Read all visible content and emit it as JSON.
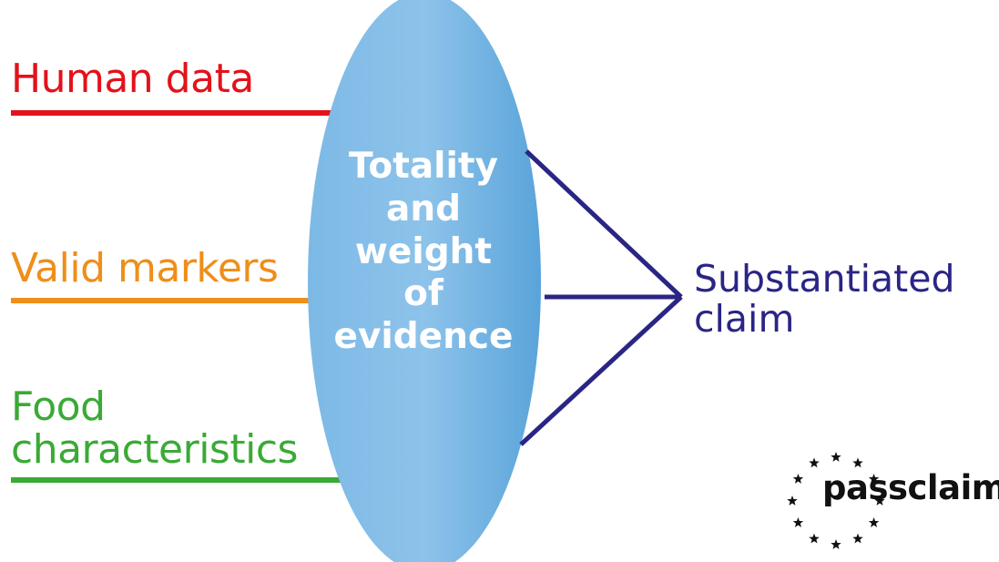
{
  "inputs": [
    {
      "label": "Human data",
      "color": "#e3121b"
    },
    {
      "label": "Valid markers",
      "color": "#ef8e19"
    },
    {
      "label": "Food characteristics",
      "color": "#3aaa35"
    }
  ],
  "center": {
    "label": "Totality\nand\nweight\nof\nevidence",
    "fill": "#6aaee0"
  },
  "output": {
    "label": "Substantiated claim",
    "color": "#2a2585"
  },
  "logo": {
    "text": "passclaim",
    "stars": 12,
    "icon": "eu-stars-icon"
  }
}
